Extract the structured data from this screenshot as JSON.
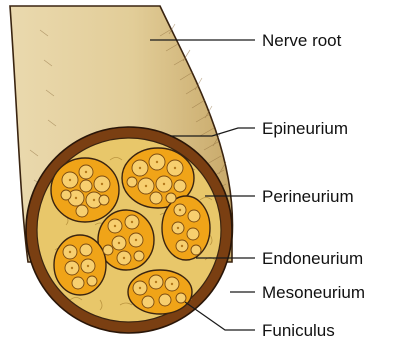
{
  "labels": {
    "nerve_root": "Nerve root",
    "epineurium": "Epineurium",
    "perineurium": "Perineurium",
    "endoneurium": "Endoneurium",
    "mesoneurium": "Mesoneurium",
    "funiculus": "Funiculus"
  },
  "colors": {
    "nerve_body": "#e3d0a1",
    "nerve_shadow": "#c9ad74",
    "outer_ring": "#7a3f12",
    "matrix": "#e8c76a",
    "fascicle": "#f0a418",
    "fiber": "#f7cf6f",
    "outline": "#3a2410"
  }
}
